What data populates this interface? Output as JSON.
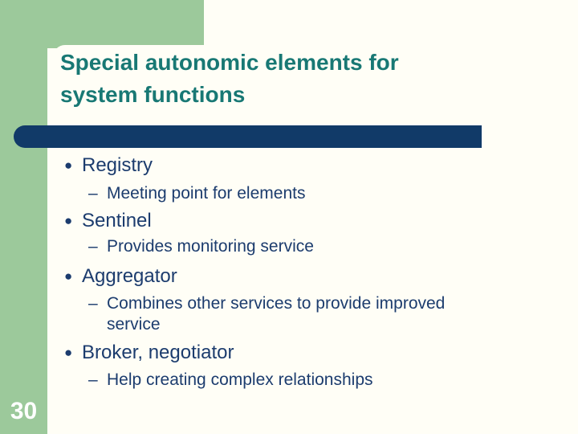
{
  "slide": {
    "title": "Special autonomic elements for system functions",
    "page_number": "30"
  },
  "glyphs": {
    "bullet": "●",
    "dash": "–"
  },
  "bullets": [
    {
      "level": 1,
      "text": "Registry"
    },
    {
      "level": 2,
      "text": "Meeting point for elements"
    },
    {
      "level": 1,
      "text": "Sentinel"
    },
    {
      "level": 2,
      "text": "Provides monitoring service"
    },
    {
      "level": 1,
      "text": "Aggregator"
    },
    {
      "level": 2,
      "text": "Combines other services to provide improved service"
    },
    {
      "level": 1,
      "text": "Broker, negotiator"
    },
    {
      "level": 2,
      "text": "Help creating complex relationships"
    }
  ],
  "colors": {
    "green": "#9CC99B",
    "navy": "#113A68",
    "text": "#1C3C6E",
    "teal": "#187874",
    "bg": "#FFFEF6",
    "white": "#FFFFFF"
  }
}
